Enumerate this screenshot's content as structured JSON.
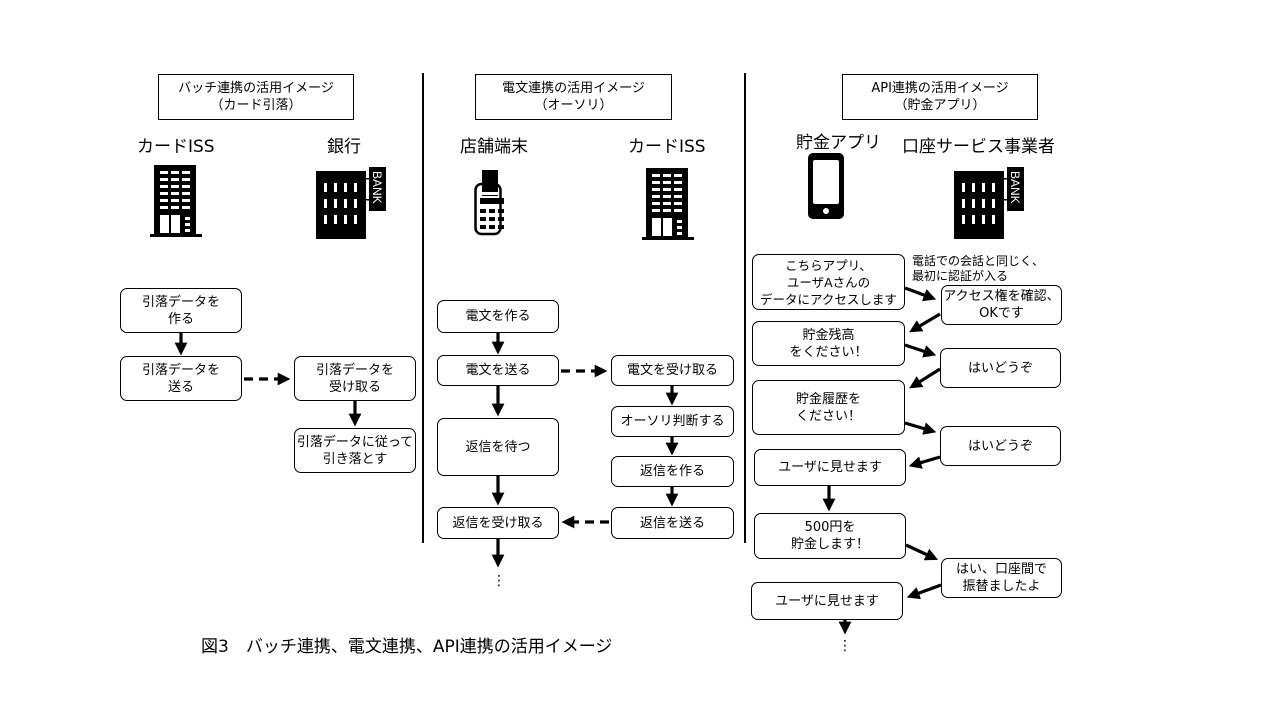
{
  "sections": {
    "batch": {
      "title_line1": "バッチ連携の活用イメージ",
      "title_line2": "（カード引落）",
      "actor_left": "カードISS",
      "actor_right": "銀行",
      "actor_left_icon": "office-building-icon",
      "actor_right_icon": "bank-building-icon",
      "bank_sign": "BANK",
      "nodes": [
        "引落データを\n作る",
        "引落データを\n送る",
        "引落データを\n受け取る",
        "引落データに従って\n引き落とす"
      ]
    },
    "message": {
      "title_line1": "電文連携の活用イメージ",
      "title_line2": "（オーソリ）",
      "actor_left": "店舗端末",
      "actor_right": "カードISS",
      "actor_left_icon": "card-terminal-icon",
      "actor_right_icon": "office-building-icon",
      "nodes": [
        "電文を作る",
        "電文を送る",
        "返信を待つ",
        "返信を受け取る",
        "電文を受け取る",
        "オーソリ判断する",
        "返信を作る",
        "返信を送る"
      ],
      "continuation": "⋮"
    },
    "api": {
      "title_line1": "API連携の活用イメージ",
      "title_line2": "（貯金アプリ）",
      "actor_left": "貯金アプリ",
      "actor_right": "口座サービス事業者",
      "actor_left_icon": "smartphone-icon",
      "actor_right_icon": "bank-building-icon",
      "bank_sign": "BANK",
      "note": "電話での会話と同じく、\n最初に認証が入る",
      "nodes_left": [
        "こちらアプリ、\nユーザAさんの\nデータにアクセスします",
        "貯金残高\nをください！",
        "貯金履歴を\nください！",
        "ユーザに見せます",
        "500円を\n貯金します！",
        "ユーザに見せます"
      ],
      "nodes_right": [
        "アクセス権を確認、\nOKです",
        "はいどうぞ",
        "はいどうぞ",
        "はい、口座間で\n振替ましたよ"
      ],
      "continuation": "⋮"
    }
  },
  "caption": "図3　バッチ連携、電文連携、API連携の活用イメージ"
}
